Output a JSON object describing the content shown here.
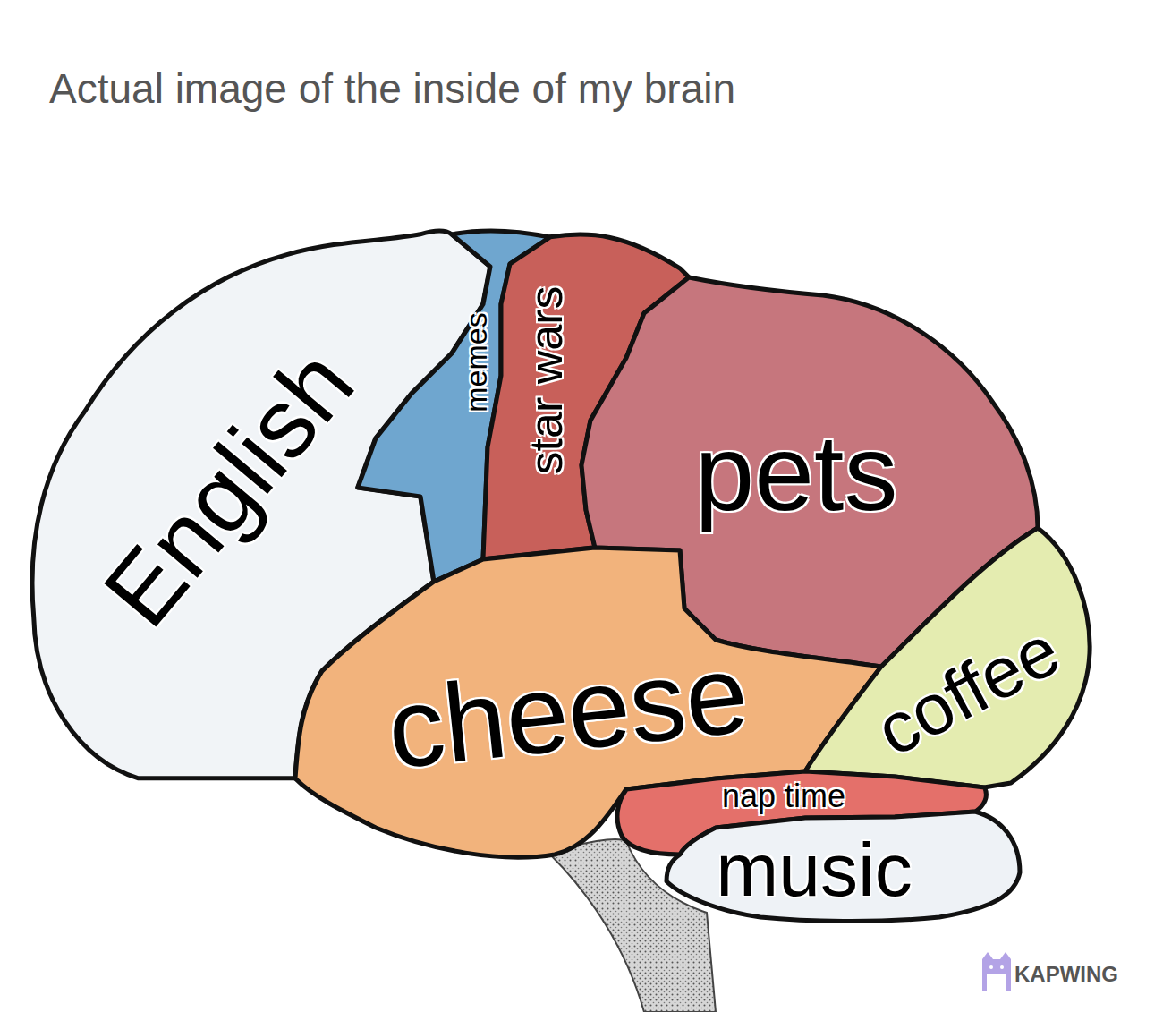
{
  "diagram": {
    "title": "Actual image of the inside of my brain",
    "nodes": [
      {
        "text": [
          "English"
        ]
      },
      {
        "text": [
          "memes"
        ]
      },
      {
        "text": [
          "star wars"
        ]
      },
      {
        "text": [
          "pets"
        ]
      },
      {
        "text": [
          "cheese"
        ]
      },
      {
        "text": [
          "coffee"
        ]
      },
      {
        "text": [
          "nap time"
        ]
      },
      {
        "text": [
          "music"
        ]
      }
    ],
    "labels": [
      "KAPWING"
    ]
  }
}
